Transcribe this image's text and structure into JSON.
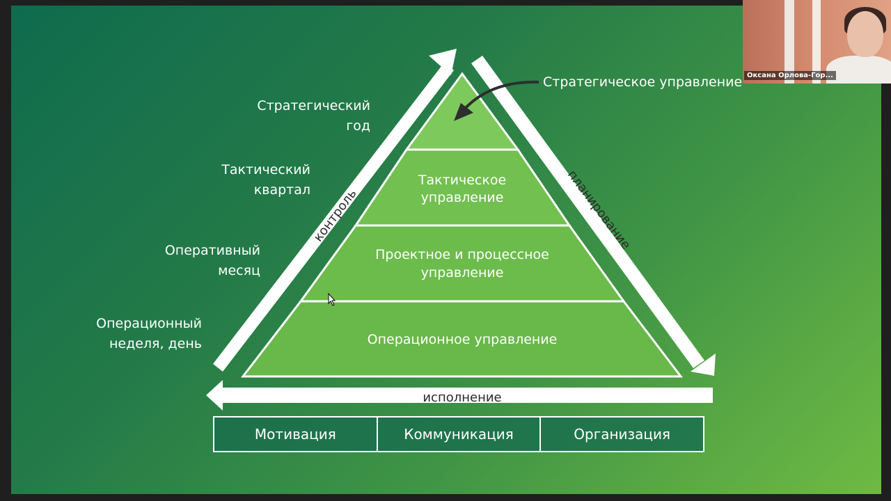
{
  "slide": {
    "pyramid_levels": [
      {
        "lines": [
          "Тактическое",
          "управление"
        ]
      },
      {
        "lines": [
          "Проектное и процессное",
          "управление"
        ]
      },
      {
        "lines": [
          "Операционное управление"
        ]
      }
    ],
    "top_callout": "Стратегическое управление",
    "left_labels": [
      {
        "line1": "Стратегический",
        "line2": "год"
      },
      {
        "line1": "Тактический",
        "line2": "квартал"
      },
      {
        "line1": "Оперативный",
        "line2": "месяц"
      },
      {
        "line1": "Операционный",
        "line2": "неделя, день"
      }
    ],
    "arrows": {
      "left": "контроль",
      "right": "планирование",
      "bottom": "исполнение"
    },
    "bottom_boxes": [
      "Мотивация",
      "Коммуникация",
      "Организация"
    ],
    "colors": {
      "pyramid_fill": "#6fbe4f",
      "pyramid_top_fill": "#7ec95c",
      "line": "#ffffff",
      "callout_arrow": "#2e2e2e"
    }
  },
  "webcam": {
    "participant_name": "Оксана Орлова-Гор..."
  }
}
